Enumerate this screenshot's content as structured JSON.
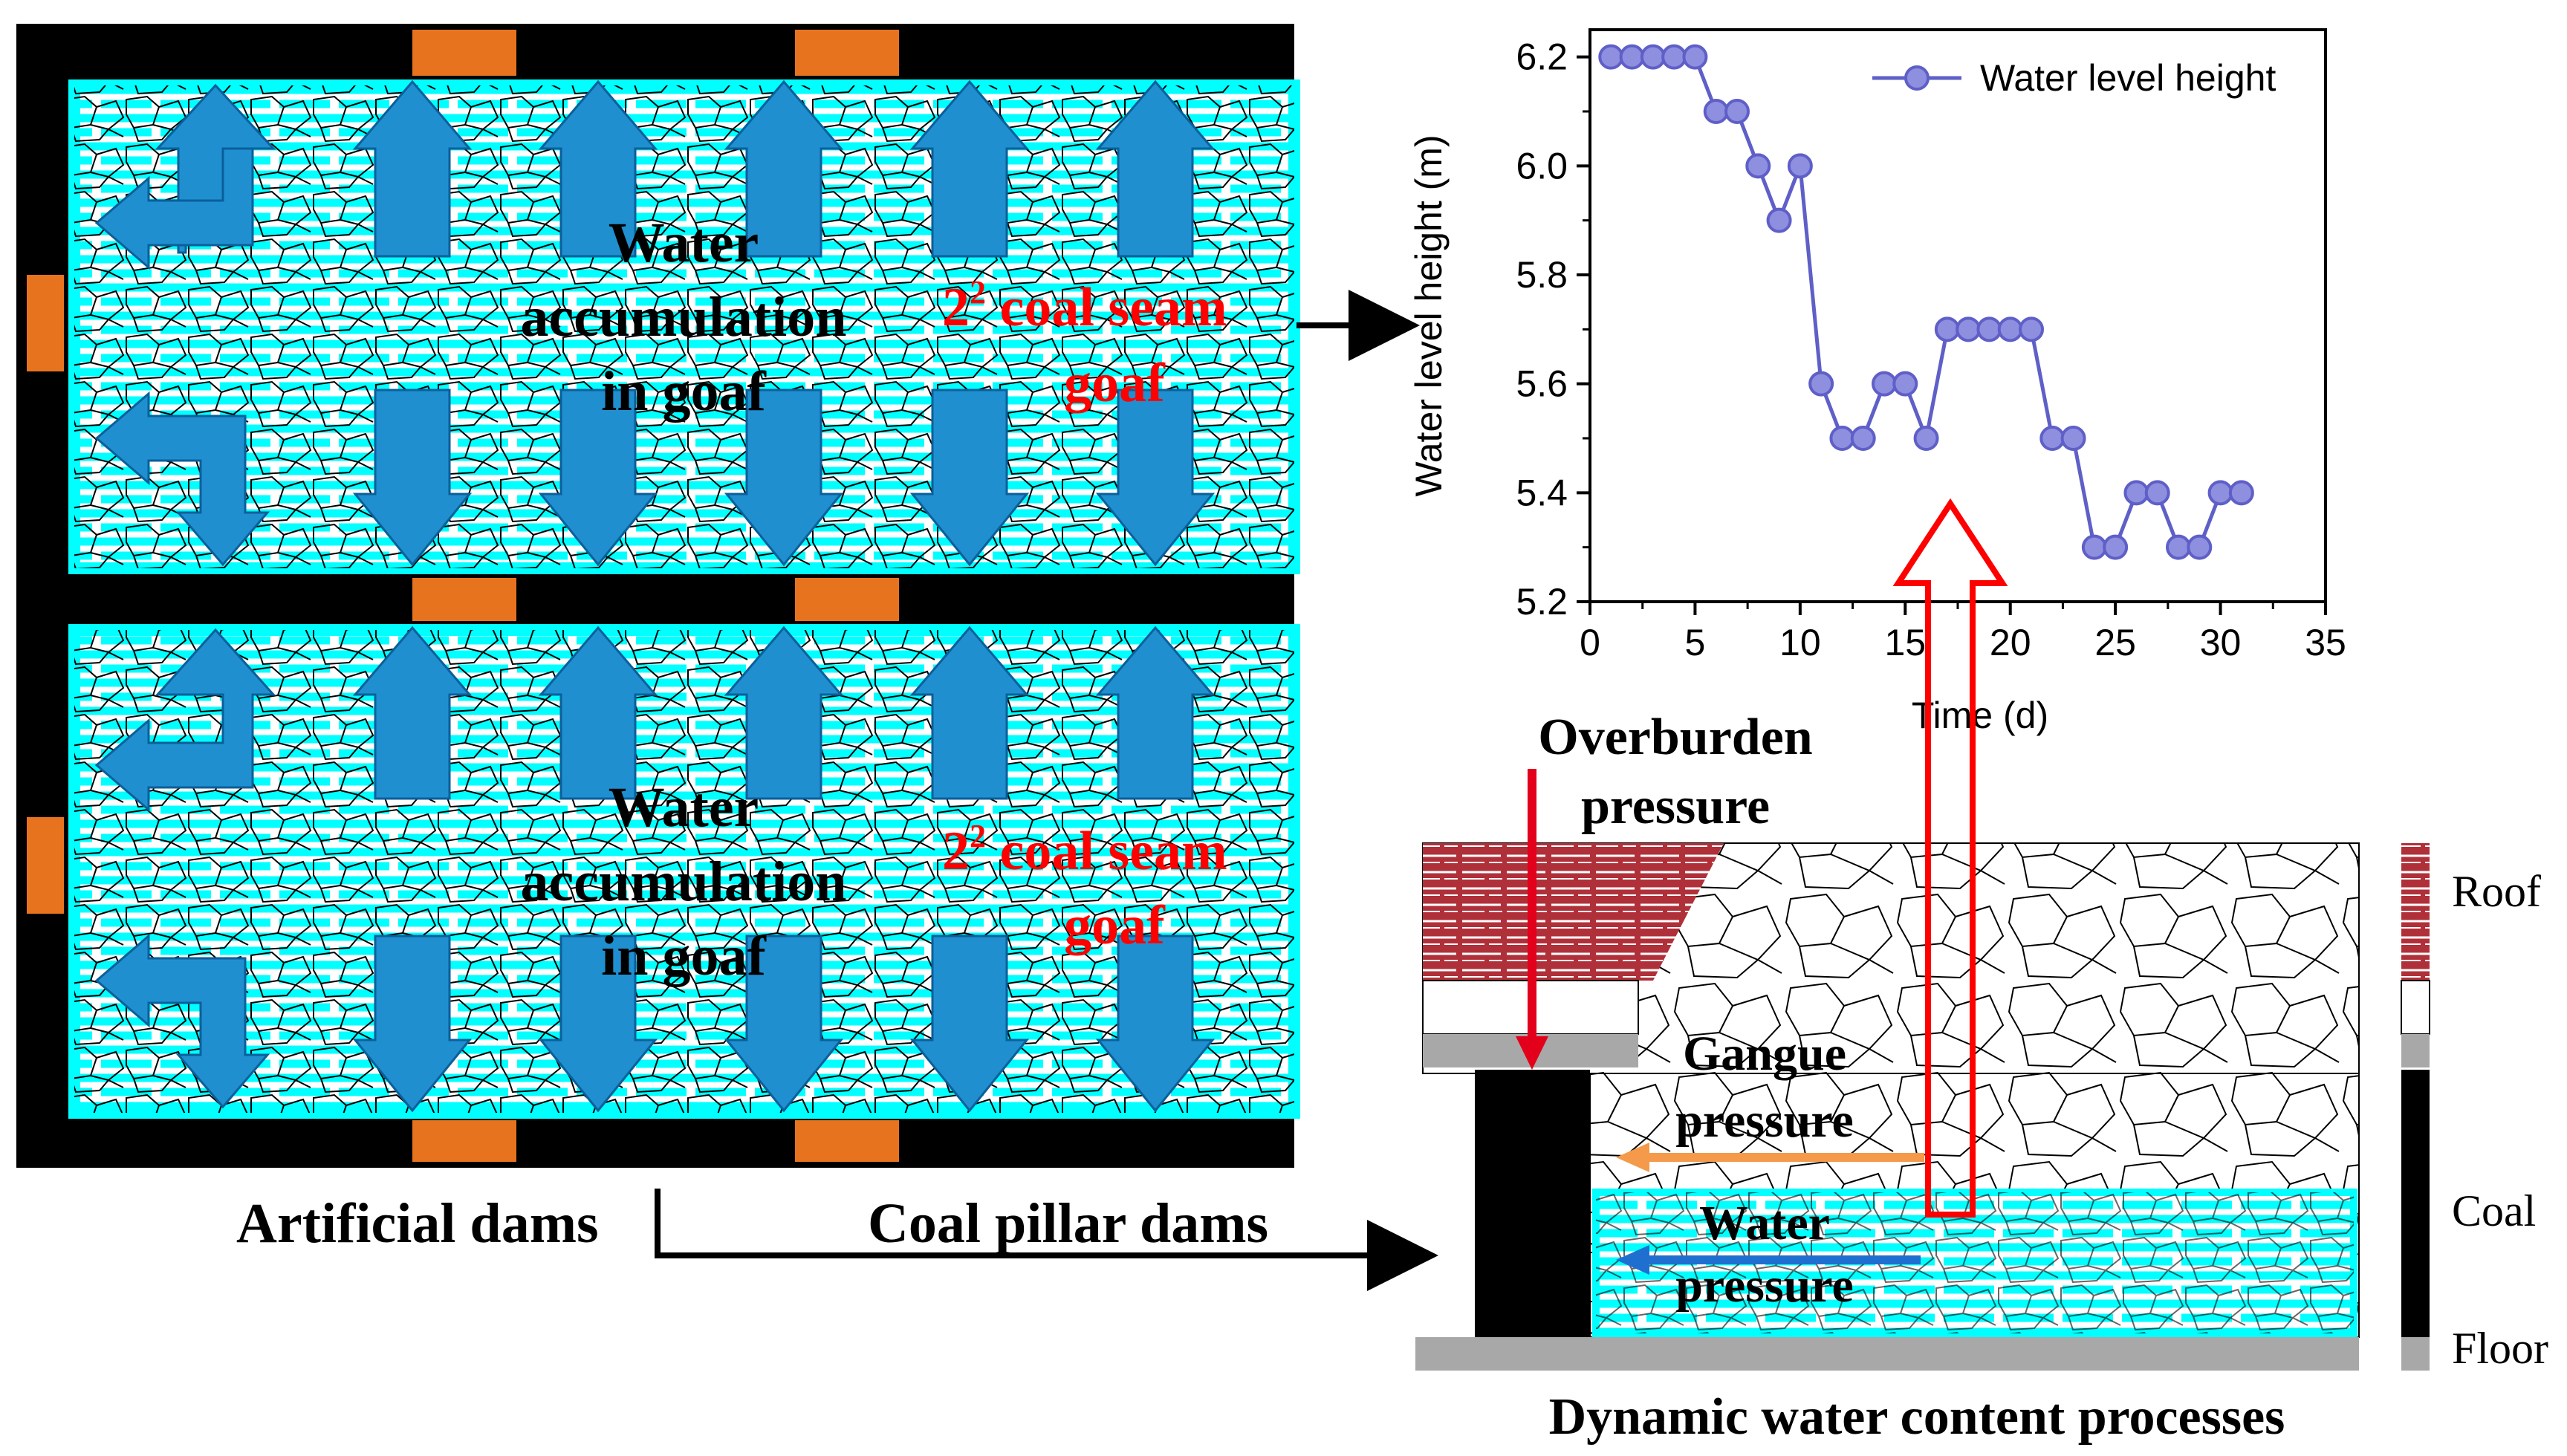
{
  "goaf_panels": [
    {
      "accumulation_lines": [
        "Water",
        "accumulation",
        "in goaf"
      ],
      "seam_label": {
        "sup": "2",
        "main": " coal seam",
        "line2": "goaf"
      }
    },
    {
      "accumulation_lines": [
        "Water",
        "accumulation",
        "in goaf"
      ],
      "seam_label": {
        "sup": "2",
        "main": " coal seam",
        "line2": "goaf"
      }
    }
  ],
  "seam_prefix": "2",
  "dam_labels": {
    "artificial": "Artificial dams",
    "coal_pillar": "Coal pillar dams"
  },
  "cross_section": {
    "overburden_lines": [
      "Overburden",
      "pressure"
    ],
    "gangue_lines": [
      "Gangue",
      "pressure"
    ],
    "water_lines": [
      "Water",
      "pressure"
    ],
    "caption": "Dynamic water content processes"
  },
  "legend_strata": [
    "Roof",
    "Coal",
    "Floor"
  ],
  "colors": {
    "water": "#00ffff",
    "arrow": "#1f8fd0",
    "coal": "#000000",
    "dam": "#e8731f",
    "roof": "#b0303a",
    "floor": "#a8a8a8",
    "red": "#ff0000",
    "series": "#5f5fc8",
    "gangue_arrow": "#f49a4a",
    "water_arrow": "#1f6fd0"
  },
  "chart_data": {
    "type": "line",
    "xlabel": "Time (d)",
    "ylabel": "Water level height (m)",
    "xlim": [
      0,
      35
    ],
    "ylim": [
      5.2,
      6.25
    ],
    "xticks": [
      0,
      5,
      10,
      15,
      20,
      25,
      30,
      35
    ],
    "yticks": [
      5.2,
      5.4,
      5.6,
      5.8,
      6.0,
      6.2
    ],
    "grid": false,
    "legend_position": "top-right",
    "series": [
      {
        "name": "Water level height",
        "x": [
          1,
          2,
          3,
          4,
          5,
          6,
          7,
          8,
          9,
          10,
          11,
          12,
          13,
          14,
          15,
          16,
          17,
          18,
          19,
          20,
          21,
          22,
          23,
          24,
          25,
          26,
          27,
          28,
          29,
          30,
          31
        ],
        "y": [
          6.2,
          6.2,
          6.2,
          6.2,
          6.2,
          6.1,
          6.1,
          6.0,
          5.9,
          6.0,
          5.6,
          5.5,
          5.5,
          5.6,
          5.6,
          5.5,
          5.7,
          5.7,
          5.7,
          5.7,
          5.7,
          5.5,
          5.5,
          5.3,
          5.3,
          5.4,
          5.4,
          5.3,
          5.3,
          5.4,
          5.4
        ]
      }
    ]
  }
}
